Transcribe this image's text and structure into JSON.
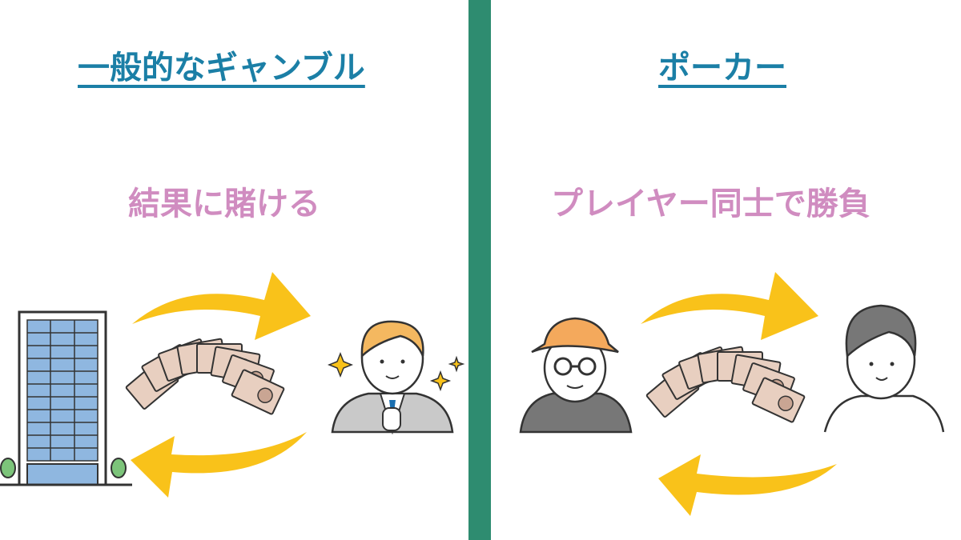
{
  "left": {
    "title": "一般的なギャンブル",
    "subtitle": "結果に賭ける"
  },
  "right": {
    "title": "ポーカー",
    "subtitle": "プレイヤー同士で勝負"
  },
  "colors": {
    "heading": "#1b7fa6",
    "subtitle": "#d08cc0",
    "divider": "#2e8c70",
    "arrow": "#f9c21a"
  }
}
